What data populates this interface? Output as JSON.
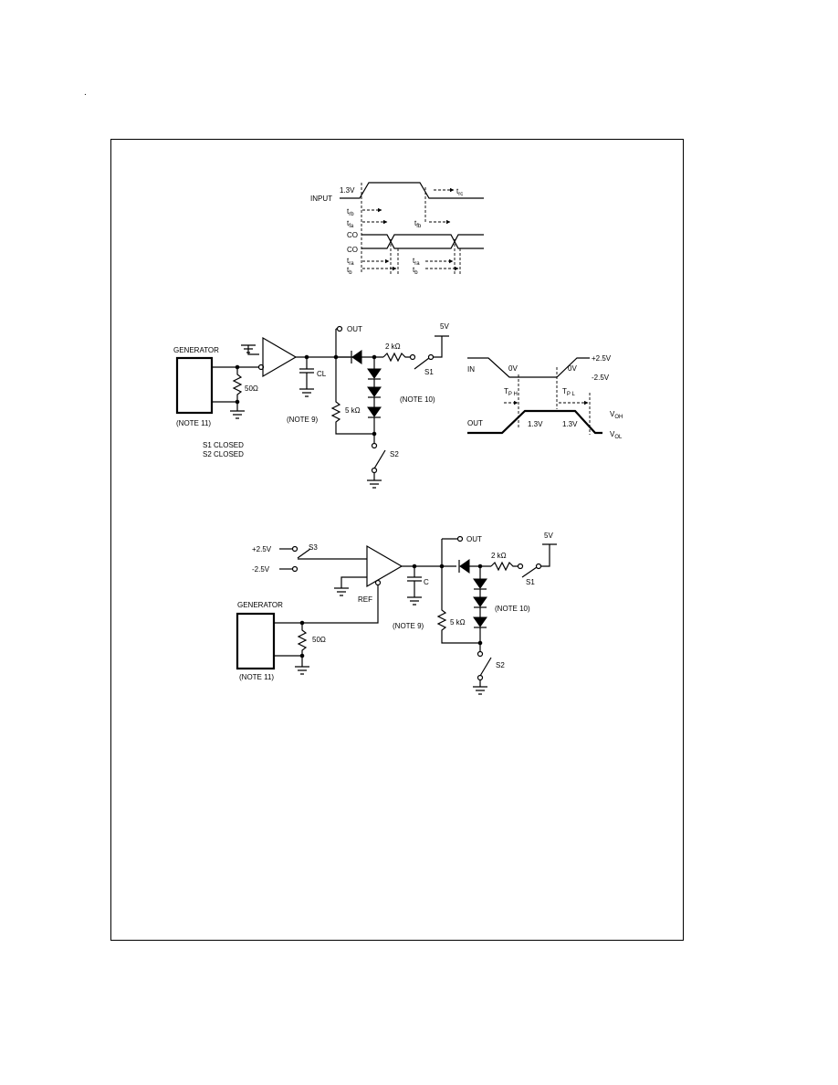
{
  "page_mark": ".",
  "timing": {
    "input": "INPUT",
    "v13": "1.3V",
    "trb": "t",
    "trb_sub": "rb",
    "tfa": "t",
    "tfa_sub": "fa",
    "tfb": "t",
    "tfb_sub": "fb",
    "trc": "t",
    "trc_sub": "rc",
    "co1": "CO",
    "co2": "CO",
    "tra": "t",
    "tra_sub": "ra",
    "tb": "t",
    "tb_sub": "b",
    "tra2": "t",
    "tra2_sub": "ra",
    "tb2": "t",
    "tb2_sub": "b"
  },
  "circuit1": {
    "generator": "GENERATOR",
    "note11": "(NOTE 11)",
    "r50": "50Ω",
    "cl": "CL",
    "note9": "(NOTE 9)",
    "out": "OUT",
    "r2k": "2 kΩ",
    "v5": "5V",
    "s1": "S1",
    "note10": "(NOTE 10)",
    "r5k": "5 kΩ",
    "s2": "S2",
    "s1_closed": "S1 CLOSED",
    "s2_closed": "S2 CLOSED"
  },
  "wave2": {
    "in": "IN",
    "v0": "0V",
    "vp25": "+2.5V",
    "vm25": "-2.5V",
    "tplh": "T",
    "tplh_sub": "P H",
    "tphl": "T",
    "tphl_sub": "P L",
    "v13a": "1.3V",
    "v13b": "1.3V",
    "out": "OUT",
    "voh": "V",
    "voh_sub": "OH",
    "vol": "V",
    "vol_sub": "OL"
  },
  "circuit2": {
    "vp25": "+2.5V",
    "vm25": "-2.5V",
    "s3": "S3",
    "ref": "REF",
    "generator": "GENERATOR",
    "r50": "50Ω",
    "note11": "(NOTE 11)",
    "c": "C",
    "note9": "(NOTE 9)",
    "out": "OUT",
    "r2k": "2 kΩ",
    "v5": "5V",
    "s1": "S1",
    "note10": "(NOTE 10)",
    "r5k": "5 kΩ",
    "s2": "S2"
  }
}
